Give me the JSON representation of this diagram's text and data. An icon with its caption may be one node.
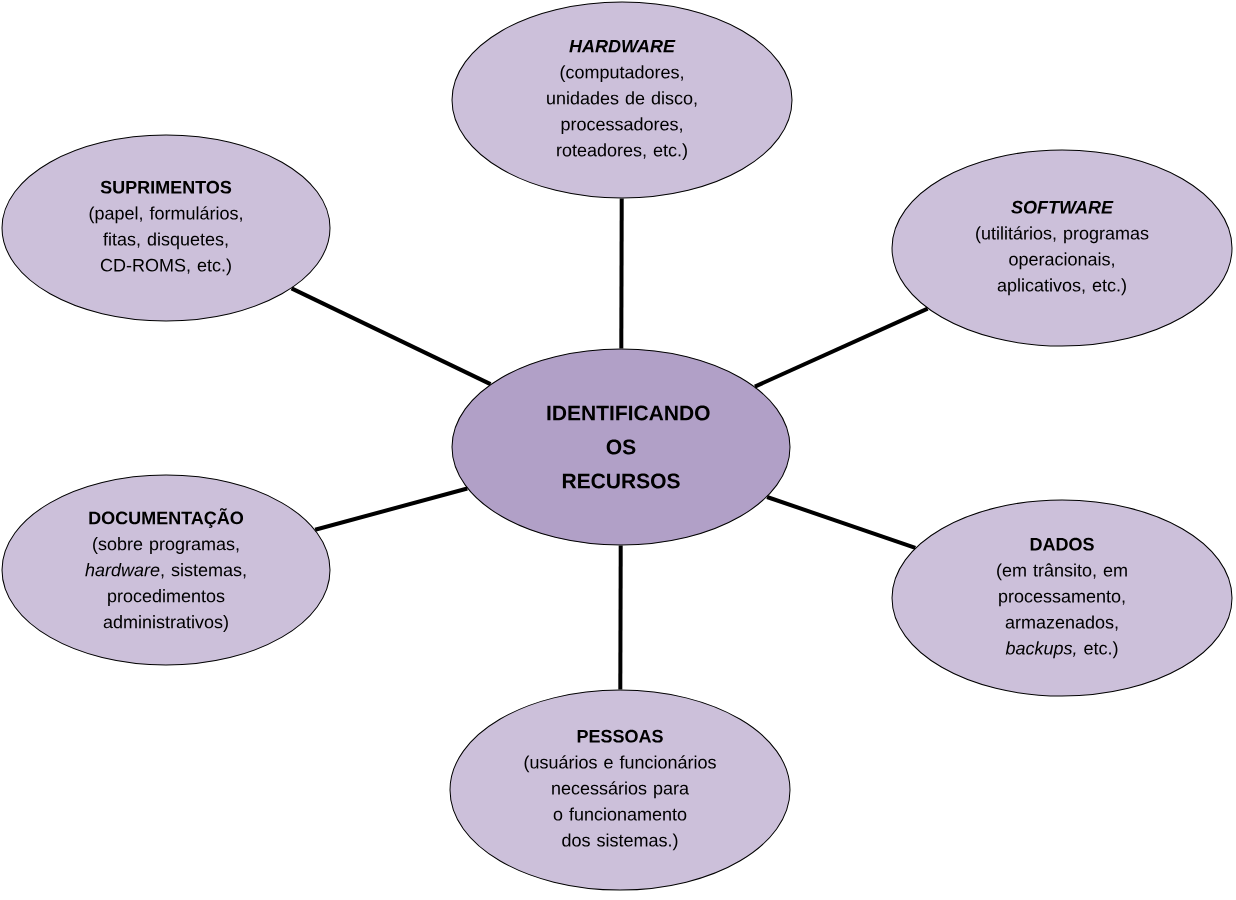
{
  "diagram": {
    "nodes": [
      {
        "text": [
          "HARDWARE",
          "(computadores, unidades de disco, processadores, roteadores, etc.)"
        ]
      },
      {
        "text": [
          "SUPRIMENTOS",
          "(papel, formulários, fitas, disquetes, CD-ROMS, etc.)"
        ]
      },
      {
        "text": [
          "SOFTWARE",
          "(utilitários, programas operacionais, aplicativos, etc.)"
        ]
      },
      {
        "text": [
          "IDENTIFICANDO OS RECURSOS"
        ]
      },
      {
        "text": [
          "DOCUMENTAÇÃO",
          "(sobre programas, *hardware*, sistemas, procedimentos administrativos)"
        ]
      },
      {
        "text": [
          "DADOS",
          "(em trânsito, em processamento, armazenados, *backups,* etc.)"
        ]
      },
      {
        "text": [
          "PESSOAS",
          "(usuários e funcionários necessários para o funcionamento dos sistemas.)"
        ]
      }
    ],
    "edges": [
      {
        "from": 3,
        "to": 0,
        "arrow": "none"
      },
      {
        "from": 3,
        "to": 1,
        "arrow": "none"
      },
      {
        "from": 3,
        "to": 2,
        "arrow": "none"
      },
      {
        "from": 3,
        "to": 4,
        "arrow": "none"
      },
      {
        "from": 3,
        "to": 5,
        "arrow": "none"
      },
      {
        "from": 3,
        "to": 6,
        "arrow": "none"
      }
    ]
  }
}
